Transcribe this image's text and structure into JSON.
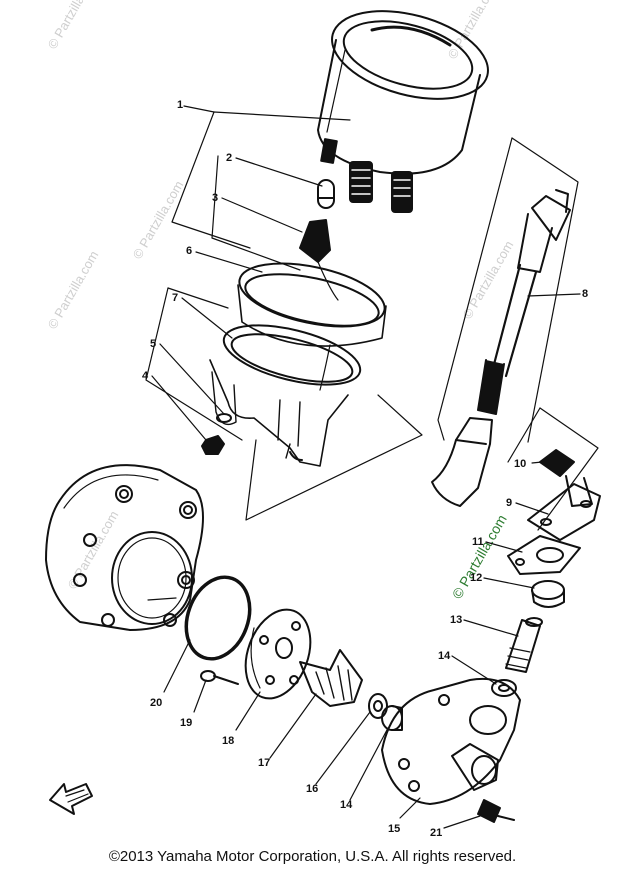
{
  "watermark": "© Partzilla.com",
  "watermark_green": "© Partzilla.com",
  "callouts": {
    "c1": "1",
    "c2": "2",
    "c3": "3",
    "c4": "4",
    "c5": "5",
    "c6": "6",
    "c7": "7",
    "c8": "8",
    "c9": "9",
    "c10": "10",
    "c11": "11",
    "c12": "12",
    "c13": "13",
    "c14a": "14",
    "c14b": "14",
    "c15": "15",
    "c16": "16",
    "c17": "17",
    "c18": "18",
    "c19": "19",
    "c20": "20",
    "c21": "21"
  },
  "copyright": "©2013 Yamaha Motor Corporation, U.S.A. All rights reserved.",
  "colors": {
    "ink": "#111111",
    "watermark": "#cfcfcf",
    "watermark_green": "#2e7d32"
  }
}
